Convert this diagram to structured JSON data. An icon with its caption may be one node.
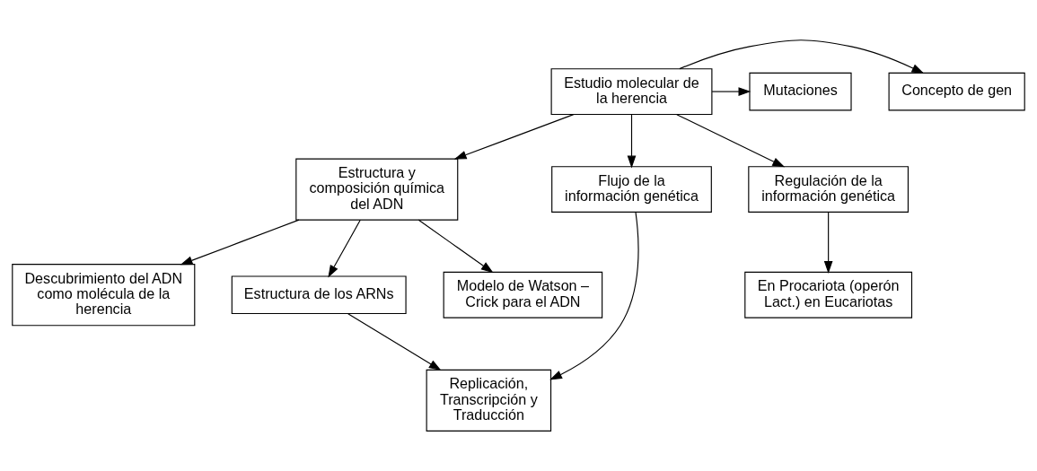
{
  "diagram": {
    "nodes": [
      {
        "text": [
          "Estudio molecular de la herencia"
        ]
      },
      {
        "text": [
          "Concepto de gen"
        ]
      },
      {
        "text": [
          "Mutaciones"
        ]
      },
      {
        "text": [
          "Estructura y composición química del ADN"
        ]
      },
      {
        "text": [
          "Flujo de la información genética"
        ]
      },
      {
        "text": [
          "Regulación de la información genética"
        ]
      },
      {
        "text": [
          "Descubrimiento del ADN como molécula de la herencia"
        ]
      },
      {
        "text": [
          "Estructura de los ARNs"
        ]
      },
      {
        "text": [
          "Modelo de Watson – Crick para el ADN"
        ]
      },
      {
        "text": [
          "Replicación, Transcripción y Traducción"
        ]
      },
      {
        "text": [
          "En Procariota (operón Lact.) en Eucariotas"
        ]
      }
    ],
    "edges": [
      {
        "from": 0,
        "to": 1,
        "arrow": "to"
      },
      {
        "from": 0,
        "to": 2,
        "arrow": "to"
      },
      {
        "from": 0,
        "to": 3,
        "arrow": "to"
      },
      {
        "from": 0,
        "to": 4,
        "arrow": "to"
      },
      {
        "from": 0,
        "to": 5,
        "arrow": "to"
      },
      {
        "from": 3,
        "to": 6,
        "arrow": "to"
      },
      {
        "from": 3,
        "to": 8,
        "arrow": "to"
      },
      {
        "from": 3,
        "to": 7,
        "arrow": "to"
      },
      {
        "from": 4,
        "to": 9,
        "arrow": "to"
      },
      {
        "from": 7,
        "to": 9,
        "arrow": "to"
      },
      {
        "from": 5,
        "to": 10,
        "arrow": "to"
      }
    ]
  }
}
